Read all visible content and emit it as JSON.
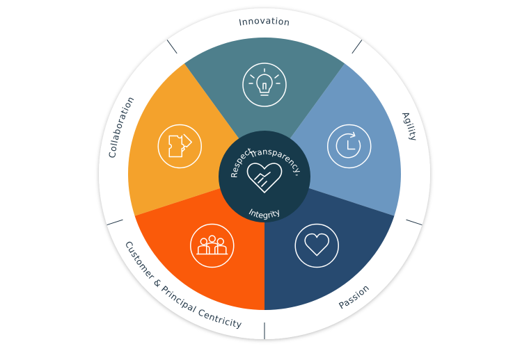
{
  "values": [
    {
      "key": "innovation",
      "label": "Innovation",
      "color": "#4e7f8c",
      "icon": "lightbulb-icon"
    },
    {
      "key": "agility",
      "label": "Agility",
      "color": "#6b97c1",
      "icon": "clock-refresh-icon"
    },
    {
      "key": "passion",
      "label": "Passion",
      "color": "#274a70",
      "icon": "heart-icon"
    },
    {
      "key": "customer",
      "label": "Customer & Principal Centricity",
      "color": "#fa5a0a",
      "icon": "people-group-icon"
    },
    {
      "key": "collaboration",
      "label": "Collaboration",
      "color": "#f4a22c",
      "icon": "puzzle-icon"
    }
  ],
  "core": {
    "word1": "Respect,",
    "word2": "Transparency,",
    "word3": "Integrity",
    "icon": "handshake-heart-icon",
    "color": "#173a4b"
  },
  "ring_color": "#ffffff",
  "text_color": "#1f3445"
}
